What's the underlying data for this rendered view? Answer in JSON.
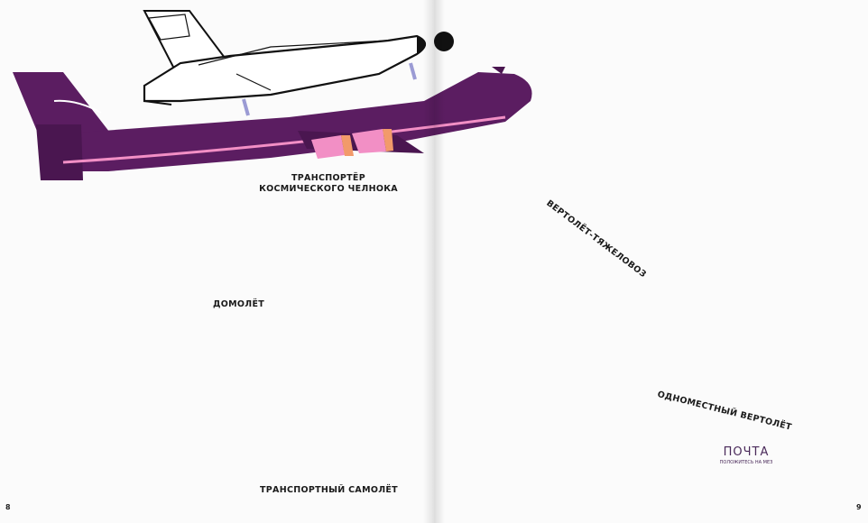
{
  "labels": {
    "shuttle_carrier_line1": "ТРАНСПОРТЁР",
    "shuttle_carrier_line2": "КОСМИЧЕСКОГО ЧЕЛНОКА",
    "flying_house": "ДОМОЛЁТ",
    "heavy_helicopter": "ВЕРТОЛЁТ-ТЯЖЕЛОВОЗ",
    "single_seat_helicopter": "ОДНОМЕСТНЫЙ ВЕРТОЛЁТ",
    "cargo_plane": "ТРАНСПОРТНЫЙ САМОЛЁТ"
  },
  "mail_train": {
    "title": "ПОЧТА",
    "subtitle": "ПОЛОЖИТЕСЬ НА МЕЗ"
  },
  "page_numbers": {
    "left": "8",
    "right": "9"
  },
  "colors": {
    "carrier_purple": "#5b1d61",
    "accent_pink": "#f28fc5",
    "sky_blue": "#a9dff0",
    "stripe_red": "#f0552d",
    "house_orange": "#f26b3a",
    "roof_green": "#35603e",
    "heli_pink": "#f18fd2",
    "camo_blue": "#3f7fc6",
    "loco_green": "#a6c642",
    "mail_yellow": "#fde54b",
    "water_blue": "#3fa9e2"
  }
}
